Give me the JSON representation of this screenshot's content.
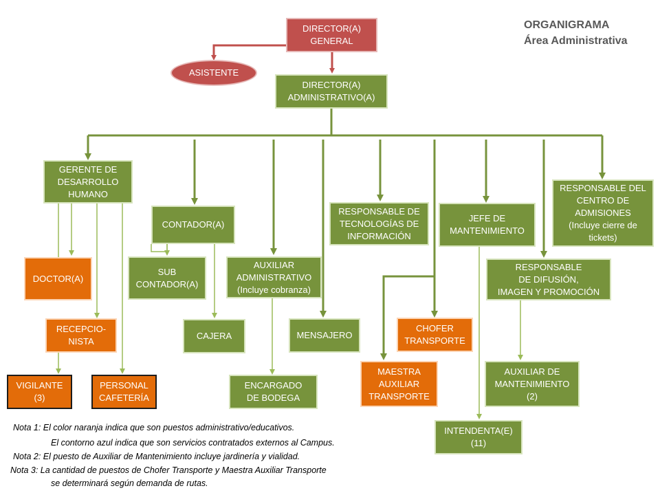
{
  "title": {
    "line1": "ORGANIGRAMA",
    "line2": "Área Administrativa"
  },
  "boxes": {
    "director_general": "DIRECTOR(A)\nGENERAL",
    "asistente": "ASISTENTE",
    "director_administrativo": "DIRECTOR(A)\nADMINISTRATIVO(A)",
    "gerente_desarrollo": "GERENTE DE\nDESARROLLO\nHUMANO",
    "contador": "CONTADOR(A)",
    "auxiliar_administrativo": "AUXILIAR\nADMINISTRATIVO\n(Incluye cobranza)",
    "responsable_tecnologias": "RESPONSABLE DE\nTECNOLOGÍAS DE\nINFORMACIÓN",
    "jefe_mantenimiento": "JEFE DE\nMANTENIMIENTO",
    "responsable_admisiones": "RESPONSABLE DEL\nCENTRO DE\nADMISIONES\n(Incluye cierre de\ntickets)",
    "doctor": "DOCTOR(A)",
    "sub_contador": "SUB\nCONTADOR(A)",
    "responsable_difusion": "RESPONSABLE\nDE DIFUSIÓN,\nIMAGEN Y PROMOCIÓN",
    "recepcionista": "RECEPCIO-\nNISTA",
    "cajera": "CAJERA",
    "mensajero": "MENSAJERO",
    "chofer": "CHOFER\nTRANSPORTE",
    "maestra_auxiliar": "MAESTRA\nAUXILIAR\nTRANSPORTE",
    "auxiliar_mantenimiento": "AUXILIAR DE\nMANTENIMIENTO\n(2)",
    "vigilante": "VIGILANTE\n(3)",
    "personal_cafeteria": "PERSONAL\nCAFETERÍA",
    "encargado_bodega": "ENCARGADO\nDE BODEGA",
    "intendenta": "INTENDENTA(E)\n(11)"
  },
  "notes": {
    "n1a": "Nota 1: El color naranja indica que son puestos administrativo/educativos.",
    "n1b": "El contorno azul indica que son servicios contratados externos al Campus.",
    "n2": "Nota 2: El puesto de Auxiliar de Mantenimiento incluye jardinería y vialidad.",
    "n3a": "Nota 3:  La cantidad de puestos de Chofer Transporte y Maestra Auxiliar Transporte",
    "n3b": "se determinará según  demanda de rutas."
  },
  "colors": {
    "red": "#c0504d",
    "green": "#77933c",
    "orange": "#e36c09",
    "connector_thick": "#77933c",
    "connector_thin": "#9bbb59"
  }
}
